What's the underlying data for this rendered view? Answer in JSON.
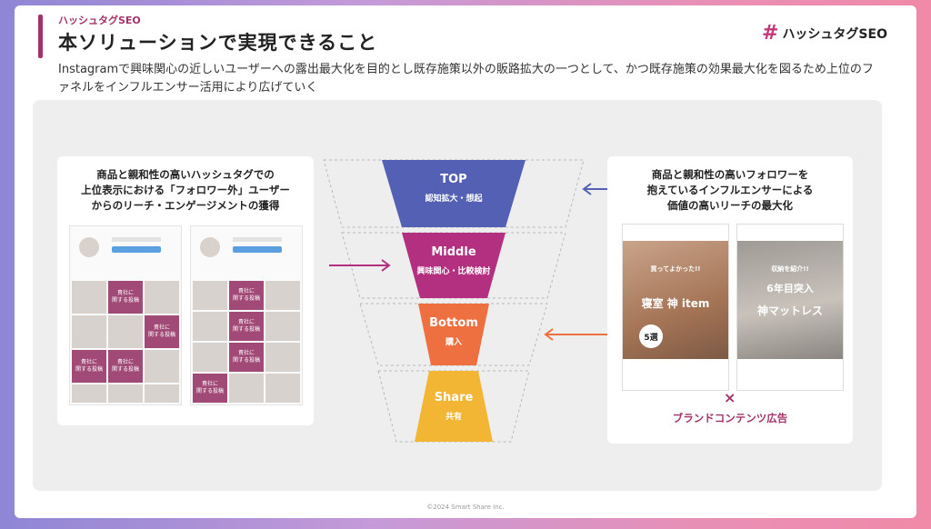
{
  "header": {
    "section_label": "ハッシュタグSEO",
    "title": "本ソリューションで実現できること",
    "subtitle": "Instagramで興味関心の近しいユーザーへの露出最大化を目的とし既存施策以外の販路拡大の一つとして、かつ既存施策の効果最大化を図るため上位のファネルをインフルエンサー活用により広げていく",
    "logo_mark": "#",
    "logo_text": "ハッシュタグSEO"
  },
  "left_card": {
    "lines": [
      "商品と親和性の高いハッシュタグでの",
      "上位表示における「フォロワー外」ユーザー",
      "からのリーチ・エンゲージメントの獲得"
    ],
    "tile_label_line1": "貴社に",
    "tile_label_line2": "関する投稿"
  },
  "funnel": {
    "stages": [
      {
        "name": "TOP",
        "sub": "認知拡大・想起",
        "color": "#5360b3"
      },
      {
        "name": "Middle",
        "sub": "興味関心・比較検討",
        "color": "#b32f80"
      },
      {
        "name": "Bottom",
        "sub": "購入",
        "color": "#ee7040"
      },
      {
        "name": "Share",
        "sub": "共有",
        "color": "#f2b534"
      }
    ]
  },
  "right_card": {
    "lines": [
      "商品と親和性の高いフォロワーを",
      "抱えているインフルエンサーによる",
      "価値の高いリーチの最大化"
    ],
    "post1": {
      "top": "買ってよかった!!",
      "main": "寝室 神 item",
      "badge": "5選"
    },
    "post2": {
      "top": "収納を紹介!!",
      "main1": "6年目突入",
      "main2": "神マットレス"
    },
    "x_mark": "×",
    "brand_label": "ブランドコンテンツ広告"
  },
  "colors": {
    "accent": "#a3326a",
    "arrow_blue": "#5360b3",
    "arrow_pink": "#b32f80",
    "arrow_orange": "#ee7040"
  },
  "footer": {
    "copyright": "©2024 Smart Share Inc."
  }
}
